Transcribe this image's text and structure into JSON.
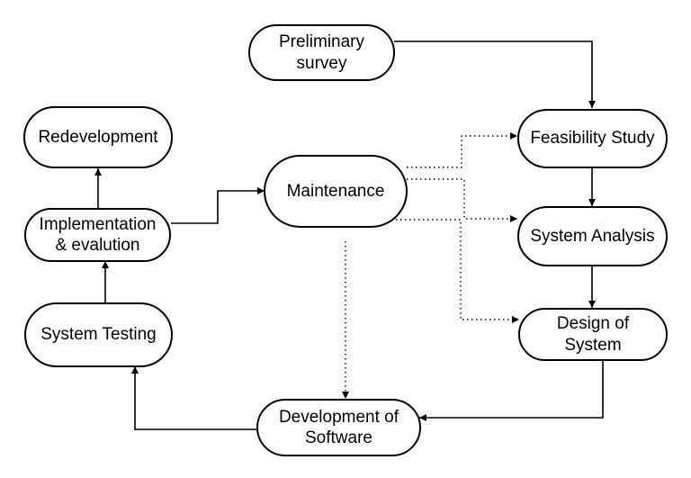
{
  "nodes": {
    "preliminary_survey": {
      "line1": "Preliminary",
      "line2": "survey"
    },
    "feasibility_study": {
      "label": "Feasibility Study"
    },
    "system_analysis": {
      "label": "System Analysis"
    },
    "design_of_system": {
      "line1": "Design of",
      "line2": "System"
    },
    "development_of_software": {
      "line1": "Development of",
      "line2": "Software"
    },
    "system_testing": {
      "label": "System Testing"
    },
    "implementation": {
      "line1": "Implementation",
      "line2": "& evalution"
    },
    "redevelopment": {
      "label": "Redevelopment"
    },
    "maintenance": {
      "label": "Maintenance"
    }
  }
}
